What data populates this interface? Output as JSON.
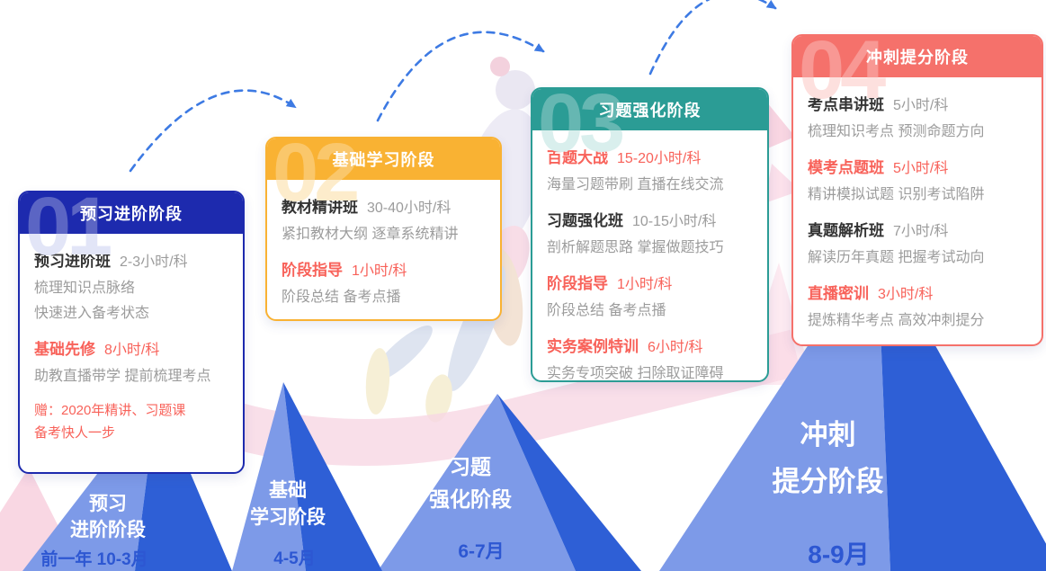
{
  "stages": [
    {
      "number": "01",
      "title": "预习进阶阶段",
      "theme_color": "#1d2aae",
      "watermark_tint": "#e2e5f7",
      "items": [
        {
          "name": "预习进阶班",
          "hours": "2-3小时/科",
          "accent": "dark",
          "notes": [
            "梳理知识点脉络",
            "快速进入备考状态"
          ]
        },
        {
          "name": "基础先修",
          "hours": "8小时/科",
          "accent": "red",
          "notes": [
            "助教直播带学 提前梳理考点"
          ]
        }
      ],
      "gift": [
        "赠：2020年精讲、习题课",
        "备考快人一步"
      ]
    },
    {
      "number": "02",
      "title": "基础学习阶段",
      "theme_color": "#f9b233",
      "watermark_tint": "#fdeccb",
      "items": [
        {
          "name": "教材精讲班",
          "hours": "30-40小时/科",
          "accent": "dark",
          "notes": [
            "紧扣教材大纲 逐章系统精讲"
          ]
        },
        {
          "name": "阶段指导",
          "hours": "1小时/科",
          "accent": "red",
          "notes": [
            "阶段总结 备考点播"
          ]
        }
      ],
      "gift": []
    },
    {
      "number": "03",
      "title": "习题强化阶段",
      "theme_color": "#2b9c95",
      "watermark_tint": "#d9efed",
      "items": [
        {
          "name": "百题大战",
          "hours": "15-20小时/科",
          "accent": "red",
          "notes": [
            "海量习题带刷 直播在线交流"
          ]
        },
        {
          "name": "习题强化班",
          "hours": "10-15小时/科",
          "accent": "dark",
          "notes": [
            "剖析解题思路 掌握做题技巧"
          ]
        },
        {
          "name": "阶段指导",
          "hours": "1小时/科",
          "accent": "red",
          "notes": [
            "阶段总结 备考点播"
          ]
        },
        {
          "name": "实务案例特训",
          "hours": "6小时/科",
          "accent": "red",
          "notes": [
            "实务专项突破 扫除取证障碍"
          ]
        }
      ],
      "gift": []
    },
    {
      "number": "04",
      "title": "冲刺提分阶段",
      "theme_color": "#f5716b",
      "watermark_tint": "#fde0de",
      "items": [
        {
          "name": "考点串讲班",
          "hours": "5小时/科",
          "accent": "dark",
          "notes": [
            "梳理知识考点 预测命题方向"
          ]
        },
        {
          "name": "模考点题班",
          "hours": "5小时/科",
          "accent": "red",
          "notes": [
            "精讲模拟试题 识别考试陷阱"
          ]
        },
        {
          "name": "真题解析班",
          "hours": "7小时/科",
          "accent": "dark",
          "notes": [
            "解读历年真题 把握考试动向"
          ]
        },
        {
          "name": "直播密训",
          "hours": "3小时/科",
          "accent": "red",
          "notes": [
            "提炼精华考点 高效冲刺提分"
          ]
        }
      ],
      "gift": []
    }
  ],
  "mountains": [
    {
      "label_lines": [
        "预习",
        "进阶阶段"
      ],
      "months": "前一年 10-3月"
    },
    {
      "label_lines": [
        "基础",
        "学习阶段"
      ],
      "months": "4-5月"
    },
    {
      "label_lines": [
        "习题",
        "强化阶段"
      ],
      "months": "6-7月"
    },
    {
      "label_lines": [
        "冲刺",
        "提分阶段"
      ],
      "months": "8-9月"
    }
  ],
  "colors": {
    "accent_red_text": "#f8625a",
    "body_dark_text": "#333333",
    "body_gray_text": "#9c9c9c",
    "arrow_blue": "#3d7ae3",
    "mountain_light": "#7d9ae8",
    "mountain_dark": "#2e5fd6",
    "month_text_blue": "#2d57d2",
    "decor_pink": "#f8d7e3",
    "white": "#ffffff"
  }
}
